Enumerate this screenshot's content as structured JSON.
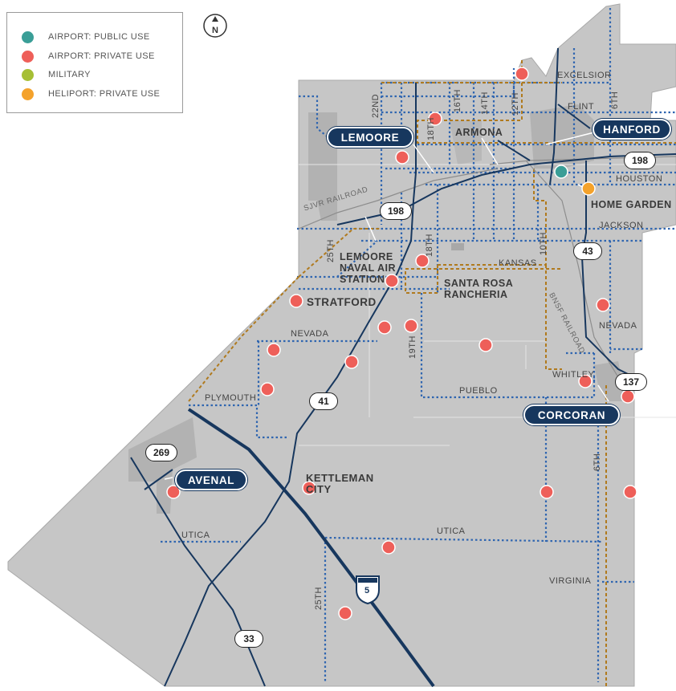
{
  "legend": {
    "items": [
      {
        "label": "AIRPORT: PUBLIC USE",
        "color": "#3a9e97"
      },
      {
        "label": "AIRPORT: PRIVATE USE",
        "color": "#ee5f59"
      },
      {
        "label": "MILITARY",
        "color": "#a6bf35"
      },
      {
        "label": "HELIPORT: PRIVATE USE",
        "color": "#f4a22b"
      }
    ]
  },
  "north_label": "N",
  "cities": {
    "lemoore": "LEMOORE",
    "hanford": "HANFORD",
    "corcoran": "CORCORAN",
    "avenal": "AVENAL"
  },
  "places": {
    "armona": "ARMONA",
    "home_garden": "HOME GARDEN",
    "stratford": "STRATFORD",
    "lemoore_nas_1": "LEMOORE",
    "lemoore_nas_2": "NAVAL AIR",
    "lemoore_nas_3": "STATION",
    "santa_rosa_1": "SANTA ROSA",
    "santa_rosa_2": "RANCHERIA",
    "kettleman_1": "KETTLEMAN",
    "kettleman_2": "CITY"
  },
  "roads": {
    "excelsior": "EXCELSIOR",
    "flint": "FLINT",
    "houston": "HOUSTON",
    "jackson": "JACKSON",
    "kansas": "KANSAS",
    "nevada_e": "NEVADA",
    "nevada_w": "NEVADA",
    "whitley": "WHITLEY",
    "pueblo": "PUEBLO",
    "plymouth": "PLYMOUTH",
    "utica_w": "UTICA",
    "utica_e": "UTICA",
    "virginia": "VIRGINIA",
    "22nd": "22ND",
    "18th_n": "18TH",
    "16th": "16TH",
    "14th": "14TH",
    "12th": "12TH",
    "6th_n": "6TH",
    "25th_n": "25TH",
    "18th_s": "18TH",
    "10th": "10TH",
    "19th": "19TH",
    "6th_s": "6TH",
    "25th_s": "25TH"
  },
  "railroads": {
    "sjvr": "SJVR RAILROAD",
    "bnsf": "BNSF RAILROAD"
  },
  "highways": {
    "h198_e": "198",
    "h198_w": "198",
    "h43": "43",
    "h137": "137",
    "h41": "41",
    "h269": "269",
    "h5": "5",
    "h33": "33"
  }
}
